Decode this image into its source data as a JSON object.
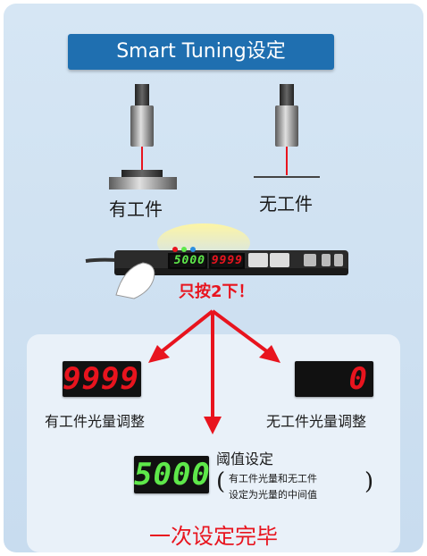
{
  "title": "Smart Tuning设定",
  "with_workpiece": "有工件",
  "without_workpiece": "无工件",
  "press_instruction": "只按2下！",
  "device": {
    "green_display": "5000",
    "red_display": "9999"
  },
  "left_result": {
    "display": "9999",
    "label": "有工件光量调整"
  },
  "right_result": {
    "display": "0",
    "label": "无工件光量调整"
  },
  "threshold": {
    "display": "5000",
    "label": "阈值设定",
    "note_line1": "有工件光量和无工件",
    "note_line2": "设定为光量的中间值"
  },
  "completion": "一次设定完毕",
  "colors": {
    "panel": "#d6e6f4",
    "title_bar": "#1f6fb0",
    "accent_red": "#e8141e",
    "lcd_green": "#5ee84a"
  }
}
